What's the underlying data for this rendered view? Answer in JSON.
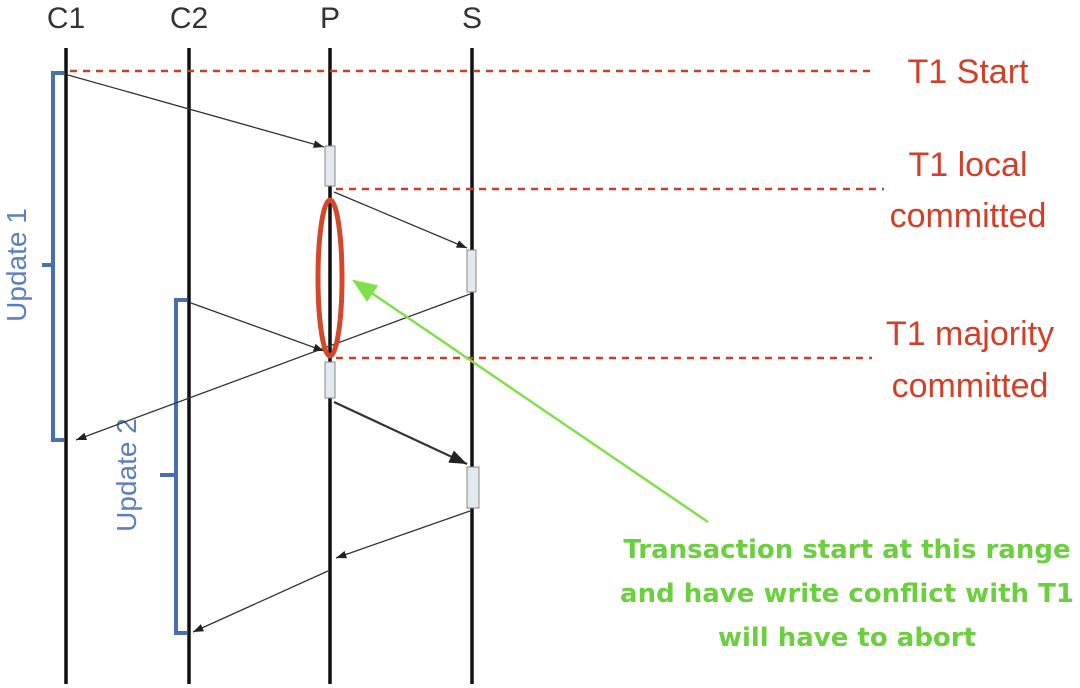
{
  "lanes": [
    "C1",
    "C2",
    "P",
    "S"
  ],
  "brackets": [
    "Update 1",
    "Update 2"
  ],
  "markers": {
    "t1_start": "T1 Start",
    "t1_local_1": "T1 local",
    "t1_local_2": "committed",
    "t1_majority_1": "T1 majority",
    "t1_majority_2": "committed"
  },
  "annotation": [
    "Transaction start at this range",
    "and have write conflict with T1",
    "will have to abort"
  ],
  "colors": {
    "red": "#d43e27",
    "green": "#7fe04a",
    "blue": "#4a6fb0"
  }
}
